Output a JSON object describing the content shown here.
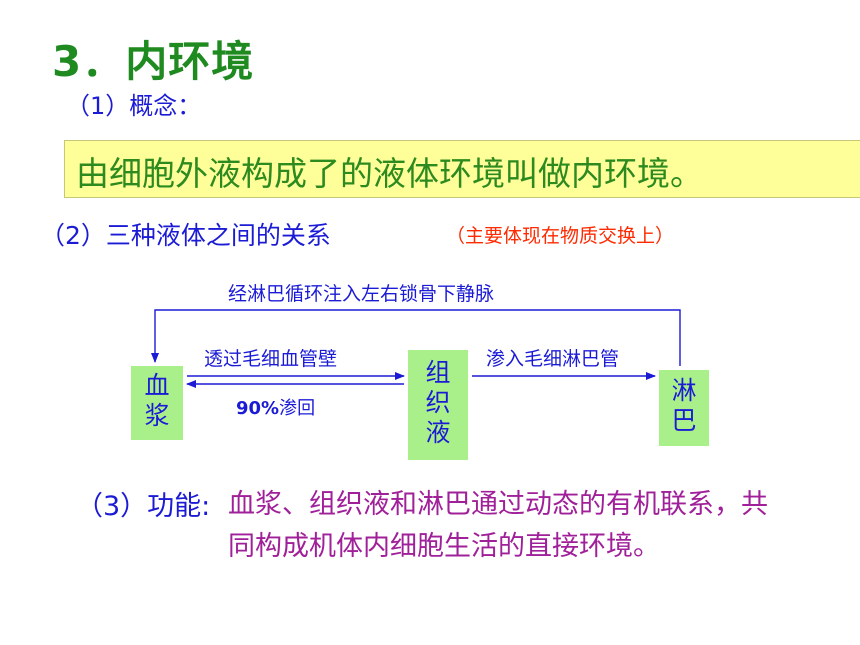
{
  "title": "3．内环境",
  "concept": {
    "label": "（1）概念：",
    "definition": "由细胞外液构成了的液体环境叫做内环境。"
  },
  "relationship": {
    "label": "（2）三种液体之间的关系",
    "note": "（主要体现在物质交换上）"
  },
  "diagram": {
    "nodes": {
      "plasma": [
        "血",
        "浆"
      ],
      "tissue_fluid": [
        "组",
        "织",
        "液"
      ],
      "lymph": [
        "淋",
        "巴"
      ]
    },
    "edges": {
      "lymph_to_plasma": "经淋巴循环注入左右锁骨下静脉",
      "plasma_to_tissue": "透过毛细血管壁",
      "tissue_to_plasma_pct": "90%",
      "tissue_to_plasma_text": "渗回",
      "tissue_to_lymph": "渗入毛细淋巴管"
    },
    "colors": {
      "node_fill": "#aaf08a",
      "text": "#1b1bd6"
    }
  },
  "function": {
    "label": "（3）功能:",
    "text": "血浆、组织液和淋巴通过动态的有机联系，共同构成机体内细胞生活的直接环境。"
  },
  "colors": {
    "title": "#1f8a1f",
    "label": "#1b1bd6",
    "highlight_bg": "#ffff99",
    "definition": "#2d8a1f",
    "note": "#ff2a00",
    "function_text": "#a0209a"
  }
}
